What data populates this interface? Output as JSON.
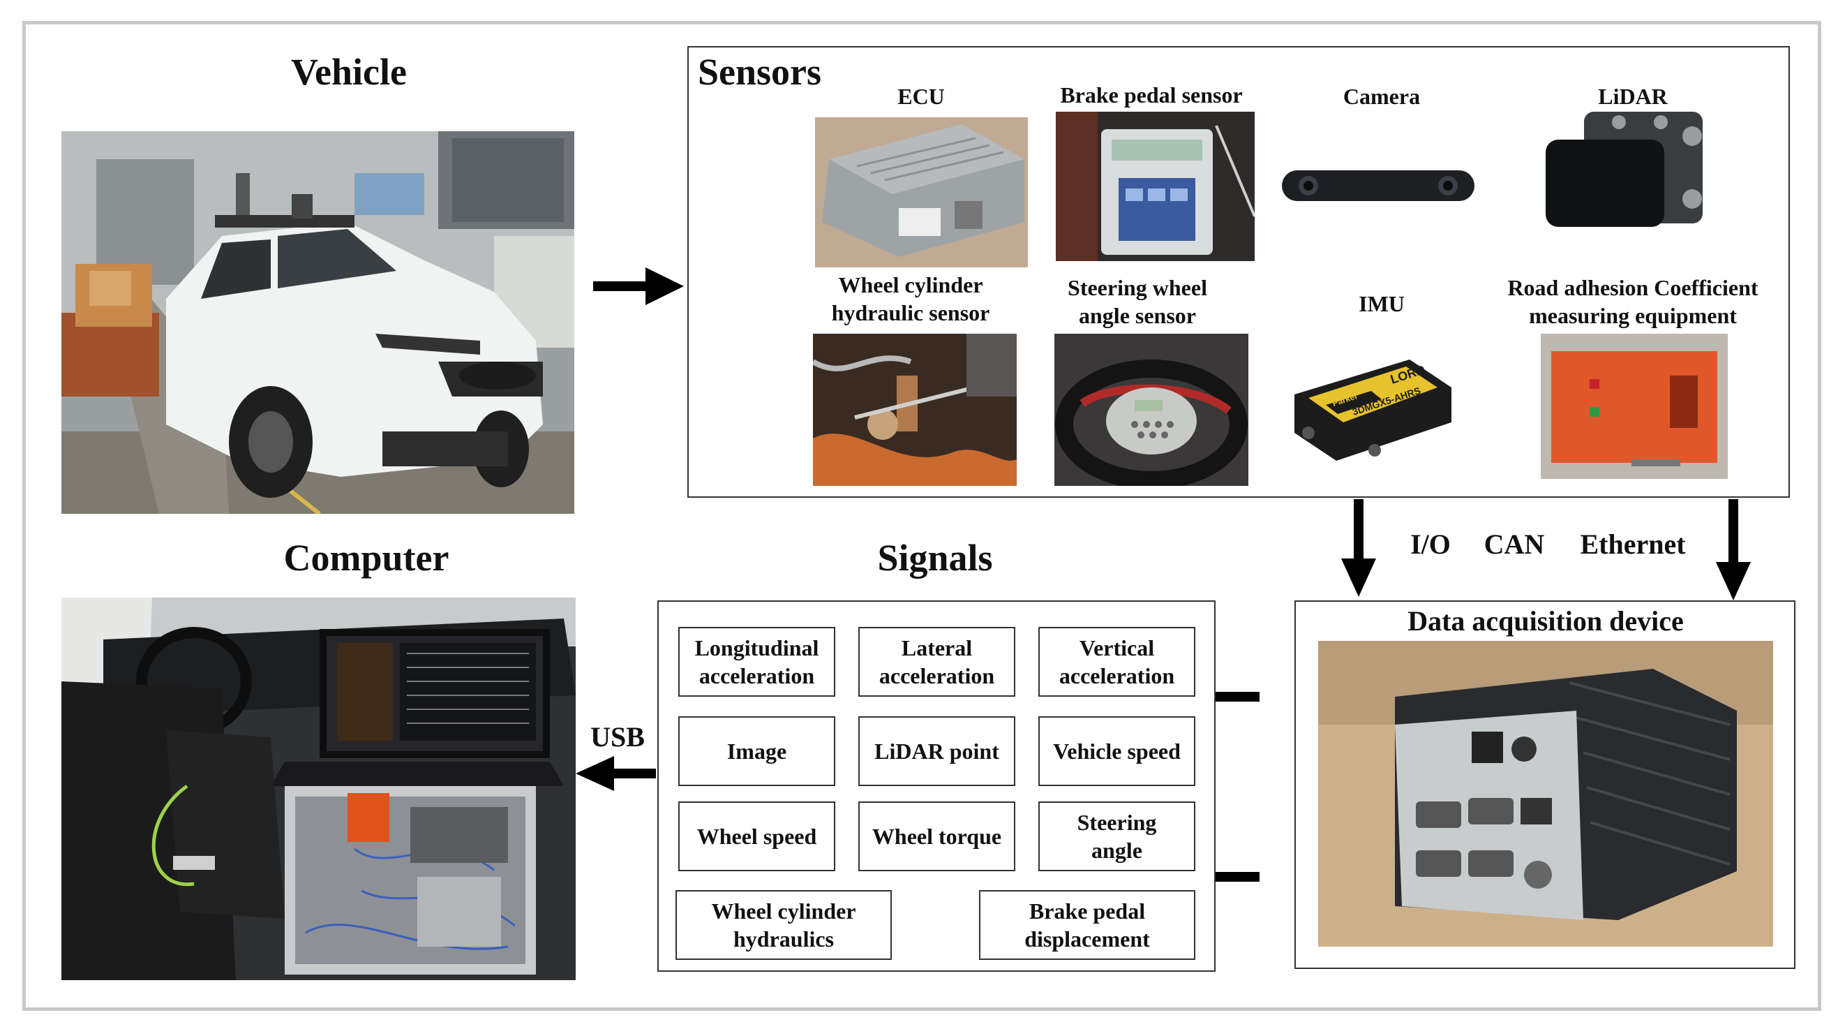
{
  "titles": {
    "vehicle": "Vehicle",
    "sensors": "Sensors",
    "computer": "Computer",
    "signals": "Signals",
    "daq": "Data acquisition device"
  },
  "sensors": {
    "ecu": "ECU",
    "brake_pedal_sensor": "Brake pedal sensor",
    "camera": "Camera",
    "lidar": "LiDAR",
    "wheel_cylinder_1": "Wheel cylinder",
    "wheel_cylinder_2": "hydraulic sensor",
    "steering_1": "Steering wheel",
    "steering_2": "angle sensor",
    "imu": "IMU",
    "road_1": "Road adhesion Coefficient",
    "road_2": "measuring equipment"
  },
  "interfaces": {
    "io": "I/O",
    "can": "CAN",
    "ethernet": "Ethernet",
    "usb": "USB"
  },
  "signals": {
    "longitudinal": [
      "Longitudinal",
      "acceleration"
    ],
    "lateral": [
      "Lateral",
      "acceleration"
    ],
    "vertical": [
      "Vertical",
      "acceleration"
    ],
    "image": "Image",
    "lidar_point": "LiDAR point",
    "vehicle_speed": "Vehicle speed",
    "wheel_speed": "Wheel speed",
    "wheel_torque": "Wheel torque",
    "steering_angle": [
      "Steering",
      "angle"
    ],
    "wheel_cylinder": [
      "Wheel cylinder",
      "hydraulics"
    ],
    "brake_pedal": [
      "Brake pedal",
      "displacement"
    ]
  },
  "photo_text": {
    "lord": "LORD",
    "parker": "Parker",
    "imu_model": "3DMGX5-AHRS"
  }
}
